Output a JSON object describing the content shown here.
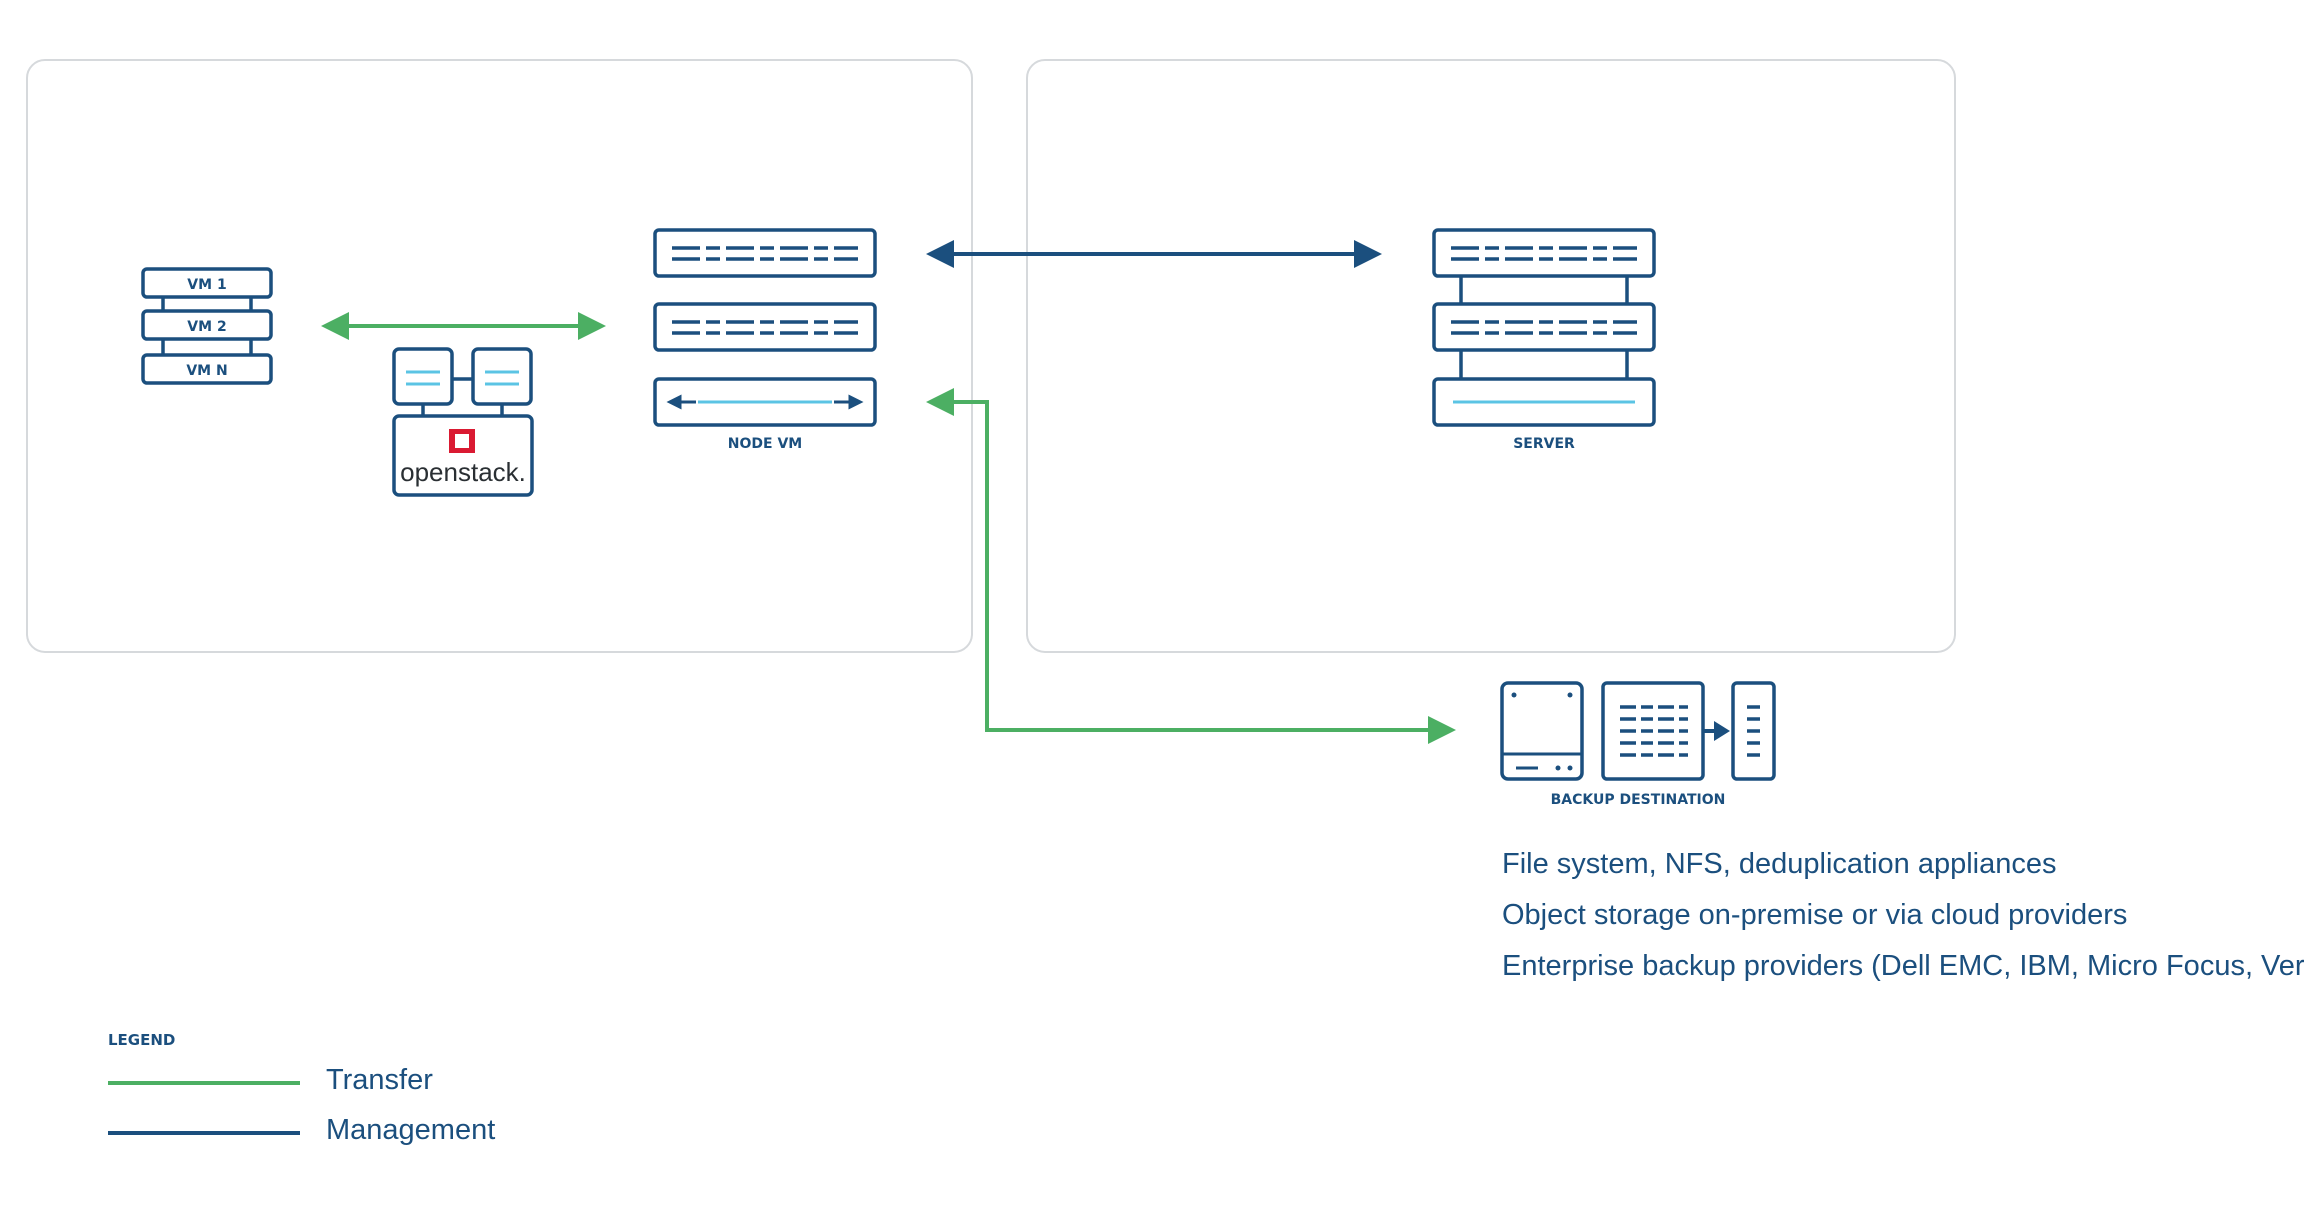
{
  "colors": {
    "management": "#1b4f7e",
    "transfer": "#4caf63",
    "accent": "#5bc4e4",
    "openstack_red": "#da1a32",
    "panel_border": "#d6d9dc"
  },
  "left_group": {
    "vm_list": [
      "VM 1",
      "VM 2",
      "VM N"
    ],
    "openstack": {
      "logo_text": "openstack.",
      "icon": "openstack-logo-icon"
    },
    "node_vm_label": "NODE VM"
  },
  "right_group": {
    "server_label": "SERVER"
  },
  "backup": {
    "label": "BACKUP DESTINATION",
    "lines": [
      "File system, NFS, deduplication appliances",
      "Object storage on-premise or via cloud providers",
      "Enterprise backup providers (Dell EMC, IBM, Micro Focus, Veritas)"
    ]
  },
  "legend": {
    "title": "LEGEND",
    "items": [
      {
        "label": "Transfer",
        "color": "#4caf63"
      },
      {
        "label": "Management",
        "color": "#1b4f7e"
      }
    ]
  }
}
